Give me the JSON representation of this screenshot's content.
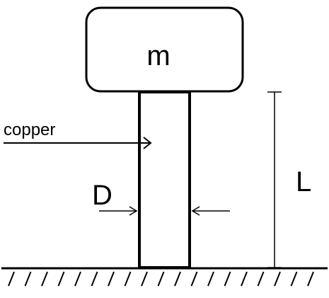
{
  "labels": {
    "mass": "m",
    "material": "copper",
    "diameter": "D",
    "length": "L"
  },
  "colors": {
    "stroke": "#000000",
    "background": "#ffffff"
  }
}
